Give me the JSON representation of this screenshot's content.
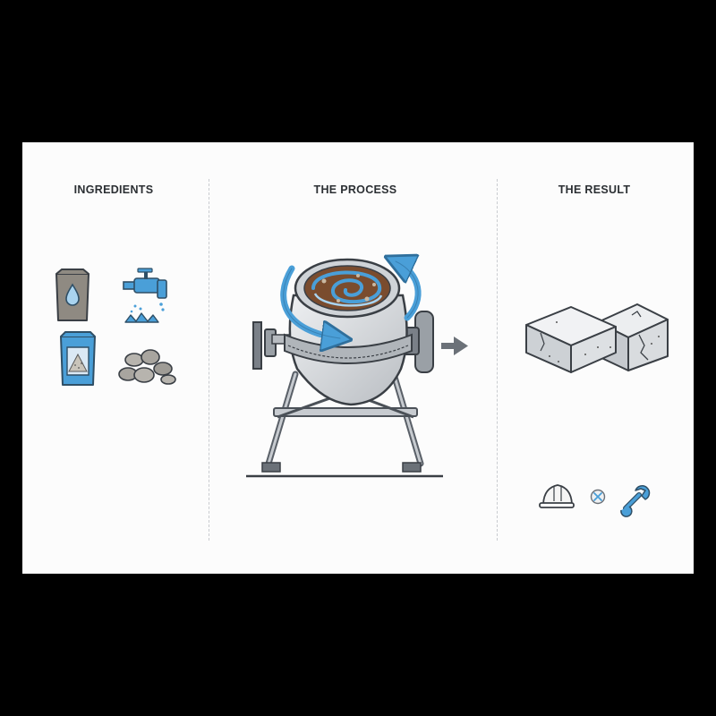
{
  "sections": {
    "ingredients": {
      "title": "INGREDIENTS"
    },
    "process": {
      "title": "THE PROCESS"
    },
    "result": {
      "title": "THE RESULT"
    }
  },
  "icons": {
    "ingredients": [
      "cement-bag-icon",
      "water-tap-icon",
      "sand-bag-icon",
      "gravel-icon"
    ],
    "process": [
      "concrete-mixer-icon",
      "rotation-arrow-icon",
      "next-arrow-icon"
    ],
    "result": [
      "concrete-blocks-icon",
      "hard-hat-icon",
      "tool-badge-icon",
      "wrench-icon"
    ]
  },
  "colors": {
    "background": "#000000",
    "panel": "#fcfcfc",
    "outline": "#3a3f45",
    "accent_blue": "#4a9fd8",
    "light_blue": "#a9d4f0",
    "concrete_grey": "#d9dcdf",
    "mix_brown": "#8a5a3a"
  }
}
